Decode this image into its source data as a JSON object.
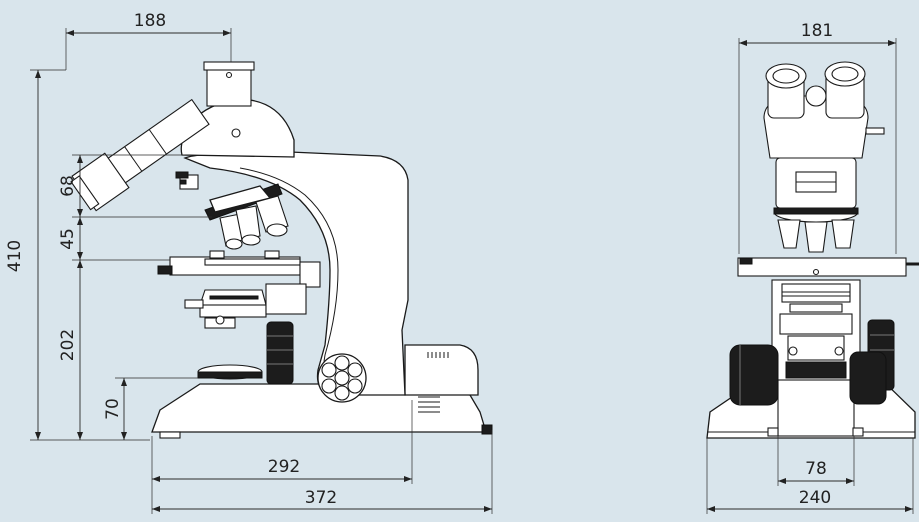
{
  "colors": {
    "background": "#d9e5ec",
    "line": "#1a1a1a",
    "part_fill": "#ffffff",
    "knob": "#1c1c1c"
  },
  "side_view": {
    "dimensions": {
      "eyepiece_offset": "188",
      "total_height": "410",
      "nosepiece_height": "68",
      "stage_gap": "45",
      "stage_height": "202",
      "base_height": "70",
      "base_depth": "292",
      "overall_depth": "372"
    }
  },
  "front_view": {
    "dimensions": {
      "head_width": "181",
      "pillar_width": "78",
      "base_width": "240"
    }
  }
}
